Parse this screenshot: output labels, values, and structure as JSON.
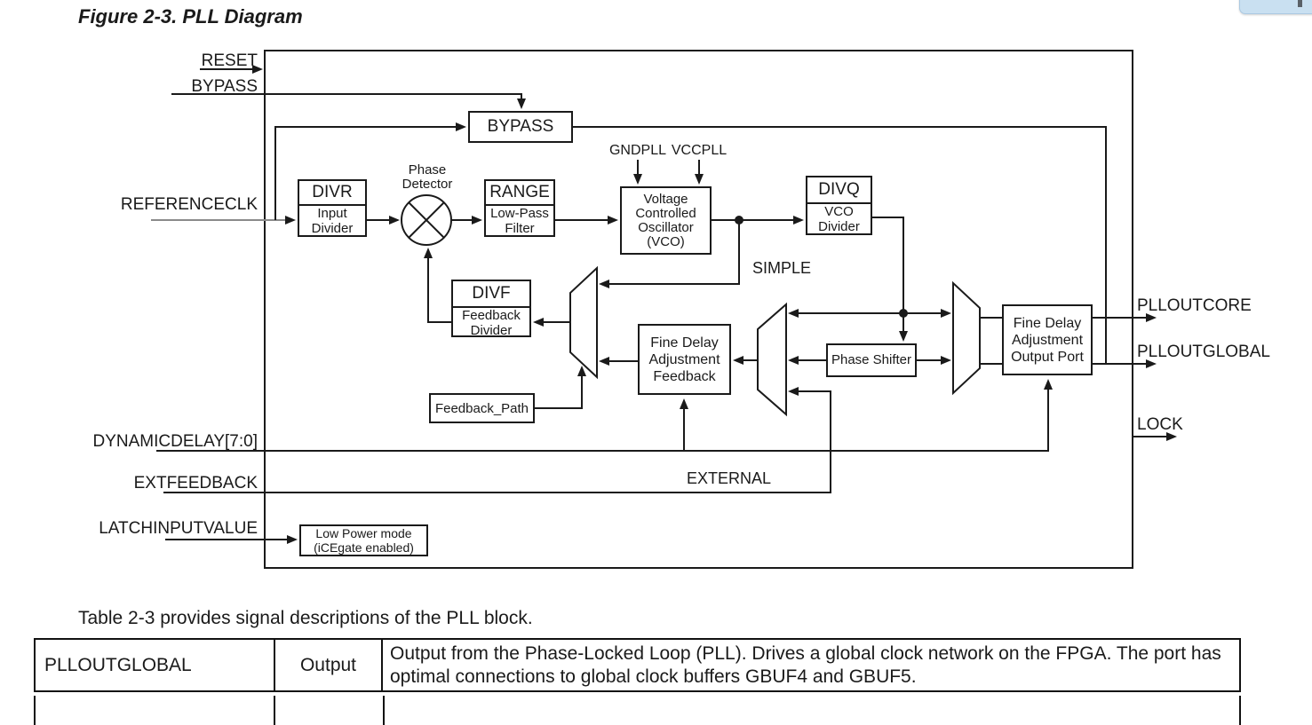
{
  "figure": {
    "title": "Figure 2-3. PLL Diagram"
  },
  "signals": {
    "reset": "RESET",
    "bypass": "BYPASS",
    "referenceclk": "REFERENCECLK",
    "dynamicdelay": "DYNAMICDELAY[7:0]",
    "extfeedback": "EXTFEEDBACK",
    "latchinputvalue": "LATCHINPUTVALUE",
    "plloutcore": "PLLOUTCORE",
    "plloutglobal": "PLLOUTGLOBAL",
    "lock": "LOCK",
    "gndpll": "GNDPLL",
    "vccpll": "VCCPLL",
    "simple": "SIMPLE",
    "external": "EXTERNAL"
  },
  "blocks": {
    "bypass_mux": {
      "label": "BYPASS"
    },
    "divr": {
      "title": "DIVR",
      "subtitle": "Input Divider"
    },
    "phase_detector": {
      "label": "Phase Detector"
    },
    "range": {
      "title": "RANGE",
      "subtitle": "Low-Pass Filter"
    },
    "vco": {
      "label": "Voltage Controlled Oscillator (VCO)"
    },
    "divq": {
      "title": "DIVQ",
      "subtitle": "VCO Divider"
    },
    "divf": {
      "title": "DIVF",
      "subtitle": "Feedback Divider"
    },
    "fine_delay_feedback": {
      "label": "Fine Delay Adjustment Feedback"
    },
    "phase_shifter": {
      "label": "Phase Shifter"
    },
    "fine_delay_output": {
      "label": "Fine Delay Adjustment Output Port"
    },
    "feedback_path": {
      "label": "Feedback_Path"
    },
    "low_power": {
      "line1": "Low Power mode",
      "line2": "(iCEgate enabled)"
    }
  },
  "caption": "Table 2-3 provides signal descriptions of the PLL block.",
  "table": {
    "rows": [
      {
        "signal": "PLLOUTGLOBAL",
        "direction": "Output",
        "description": "Output from the Phase-Locked Loop (PLL). Drives a global clock network on the FPGA. The port has optimal connections to global clock buffers GBUF4 and GBUF5."
      }
    ]
  },
  "colors": {
    "line": "#1a1a1a",
    "refclk_line": "#8a8a8a",
    "corner_chip": "#c9e0f1"
  }
}
